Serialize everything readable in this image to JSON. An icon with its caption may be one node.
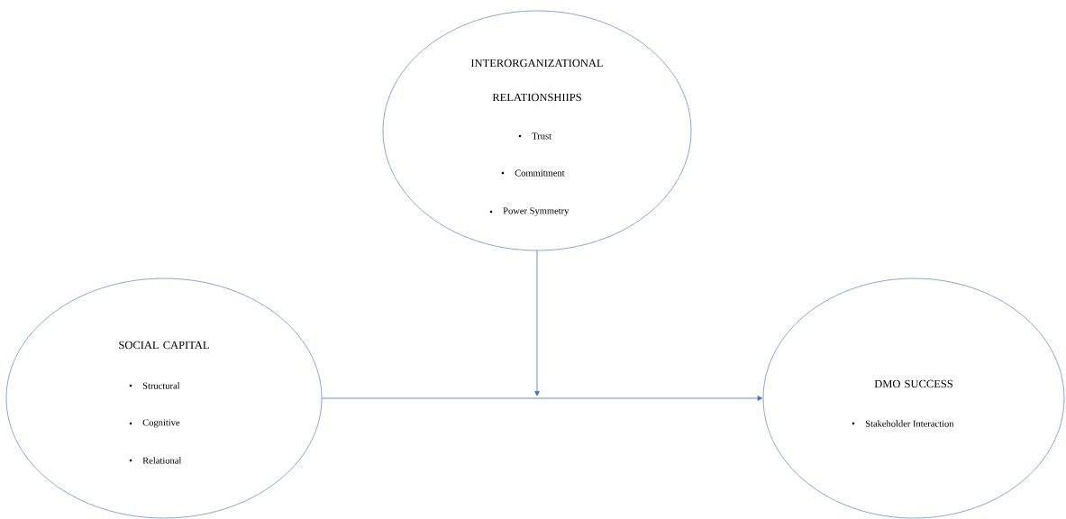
{
  "diagram": {
    "nodes": [
      {
        "text": [
          "SOCIAL CAPITAL",
          "Structural",
          "Cognitive",
          "Relational"
        ]
      },
      {
        "text": [
          "INTERORGANIZATIONAL RELATIONSHIIPS",
          "Trust",
          "Commitment",
          "Power Symmetry"
        ]
      },
      {
        "text": [
          "DMO SUCCESS",
          "Stakeholder Interaction"
        ]
      }
    ],
    "edges": [
      {
        "from": 0,
        "to": 2,
        "arrow": "to"
      },
      {
        "from": 1,
        "to": null,
        "arrow": "to"
      }
    ]
  }
}
